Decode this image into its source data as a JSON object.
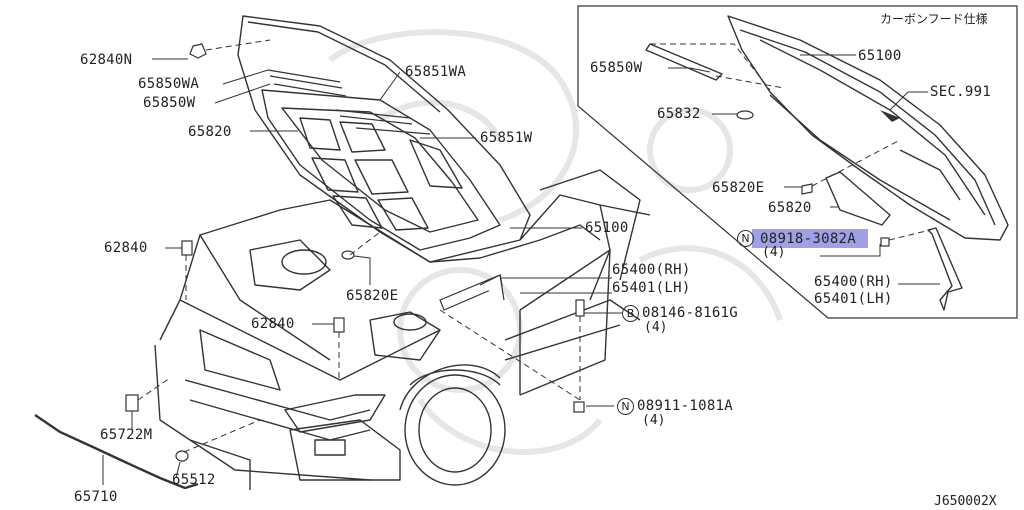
{
  "inset_title": "カーボンフード仕様",
  "diagram_code": "J650002X",
  "highlight_color": "#8f8fe0",
  "labels": {
    "l62840N": "62840N",
    "l65850WA": "65850WA",
    "l65850W": "65850W",
    "l65851WA": "65851WA",
    "l65820": "65820",
    "l65851W": "65851W",
    "l65100": "65100",
    "l62840a": "62840",
    "l65820E": "65820E",
    "l62840b": "62840",
    "l65400": "65400(RH)",
    "l65401": "65401(LH)",
    "l08146": "08146-8161G",
    "l08146q": "(4)",
    "l08911": "08911-1081A",
    "l08911q": "(4)",
    "l65722M": "65722M",
    "l65512": "65512",
    "l65710": "65710",
    "i65850W": "65850W",
    "i65100": "65100",
    "iSEC": "SEC.991",
    "i65832": "65832",
    "i65820E": "65820E",
    "i65820": "65820",
    "i08918": "08918-3082A",
    "i08918q": "(4)",
    "i65400": "65400(RH)",
    "i65401": "65401(LH)"
  },
  "symbols": {
    "bolt": "B",
    "nut": "N"
  }
}
